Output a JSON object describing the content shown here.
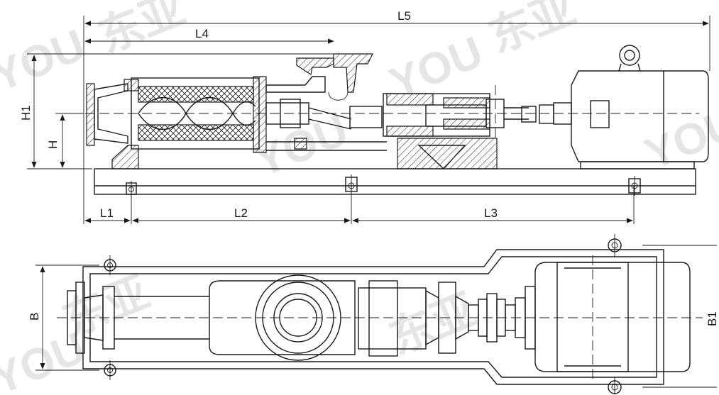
{
  "dimensions": {
    "L1": "L1",
    "L2": "L2",
    "L3": "L3",
    "L4": "L4",
    "L5": "L5",
    "H": "H",
    "H1": "H1",
    "B": "B",
    "B1": "B1"
  },
  "watermark": {
    "latin": "YOU",
    "cjk": "东亚"
  },
  "colors": {
    "line": "#1a1a1a",
    "background": "#ffffff",
    "watermark": "#c7c7c7"
  }
}
